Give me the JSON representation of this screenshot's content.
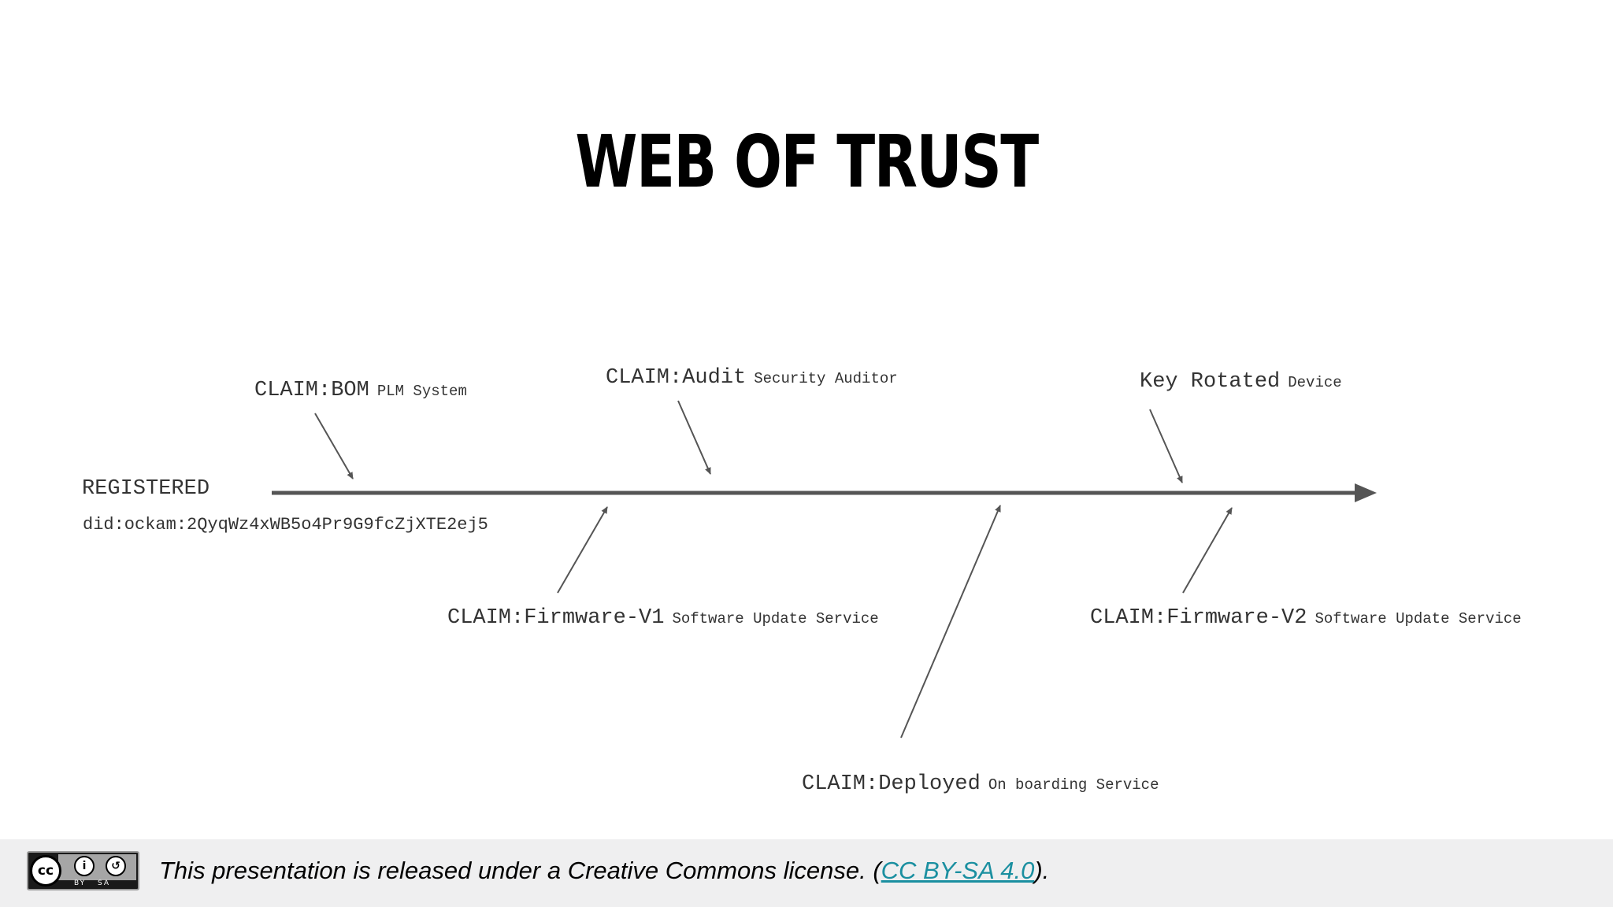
{
  "title": "WEB OF TRUST",
  "origin": {
    "label": "REGISTERED",
    "did": "did:ockam:2QyqWz4xWB5o4Pr9G9fcZjXTE2ej5"
  },
  "claims_above": [
    {
      "main": "CLAIM:BOM",
      "sub": "PLM System"
    },
    {
      "main": "CLAIM:Audit",
      "sub": "Security Auditor"
    },
    {
      "main": "Key Rotated",
      "sub": "Device"
    }
  ],
  "claims_below": [
    {
      "main": "CLAIM:Firmware-V1",
      "sub": "Software Update Service"
    },
    {
      "main": "CLAIM:Firmware-V2",
      "sub": "Software Update Service"
    },
    {
      "main": "CLAIM:Deployed",
      "sub": "On boarding Service"
    }
  ],
  "footer": {
    "text_before": "This presentation is released under a Creative Commons license. (",
    "link_text": "CC BY-SA 4.0",
    "text_after": ").",
    "badge_text": "BY  SA",
    "link_color": "#1a8fa0"
  },
  "colors": {
    "line": "#555555",
    "text": "#333333",
    "footer_bg": "#efeff0"
  }
}
